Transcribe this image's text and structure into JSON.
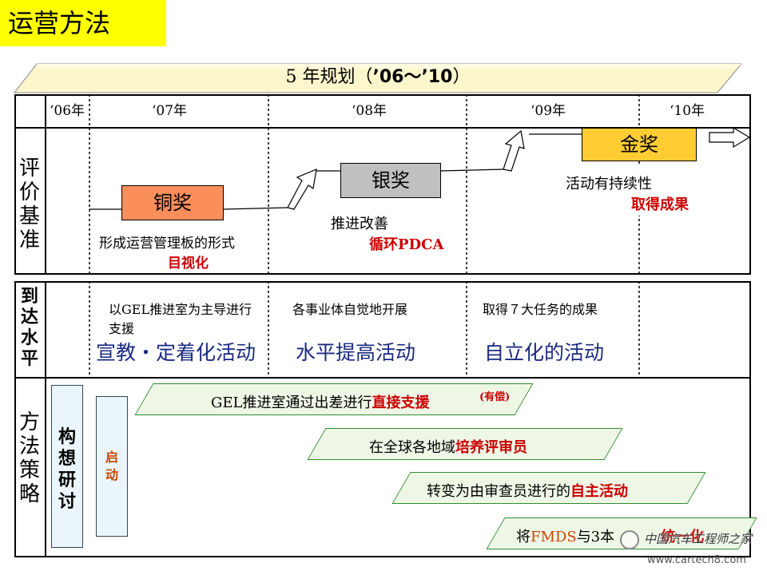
{
  "page_title": "运营方法",
  "plan": {
    "label_prefix": "5 年规划（",
    "label_years": "’06～’10",
    "label_suffix": "）"
  },
  "years": [
    "‘06年",
    "‘07年",
    "‘08年",
    "‘09年",
    "‘10年"
  ],
  "evaluation": {
    "label": "评价基准",
    "bronze": "铜奖",
    "silver": "银奖",
    "gold": "金奖",
    "bronze_desc": "形成运营管理板的形式",
    "bronze_key": "目视化",
    "silver_desc": "推进改善",
    "silver_key": "循环PDCA",
    "gold_desc": "活动有持续性",
    "gold_key": "取得成果"
  },
  "level": {
    "label": "到达水平",
    "col1_desc_line1": "以GEL推进室为主导进行",
    "col1_desc_line2": "支援",
    "col1_title": "宣教・定着化活动",
    "col2_desc": "各事业体自觉地开展",
    "col2_title": "水平提高活动",
    "col3_desc": "取得７大任务的成果",
    "col3_title": "自立化的活动"
  },
  "method": {
    "label": "方法策略",
    "concept": "构想研讨",
    "start": "启动",
    "row1_text": "GEL推进室通过出差进行",
    "row1_key": "直接支援",
    "row1_note": "(有偿)",
    "row2_text": "在全球各地域",
    "row2_key": "培养评审员",
    "row3_text": "转变为由审查员进行的",
    "row3_key": "自主活动",
    "row4_text_a": "将",
    "row4_fmds": "FMDS",
    "row4_text_b": "与3本",
    "row4_key": "统一化"
  },
  "watermark": {
    "site_name": "中国汽车工程师之家",
    "url": "www.cartech8.com"
  },
  "colors": {
    "title_bg": "#ffff00",
    "bronze": "#fa8f5c",
    "silver": "#c0c0c0",
    "gold": "#ffcc33",
    "banner": "#fbf6cc",
    "parallelogram_fill": "#eef7e6",
    "parallelogram_border": "#2e8b2e",
    "key_red": "#cc0000",
    "title_blue": "#1a2a80"
  }
}
